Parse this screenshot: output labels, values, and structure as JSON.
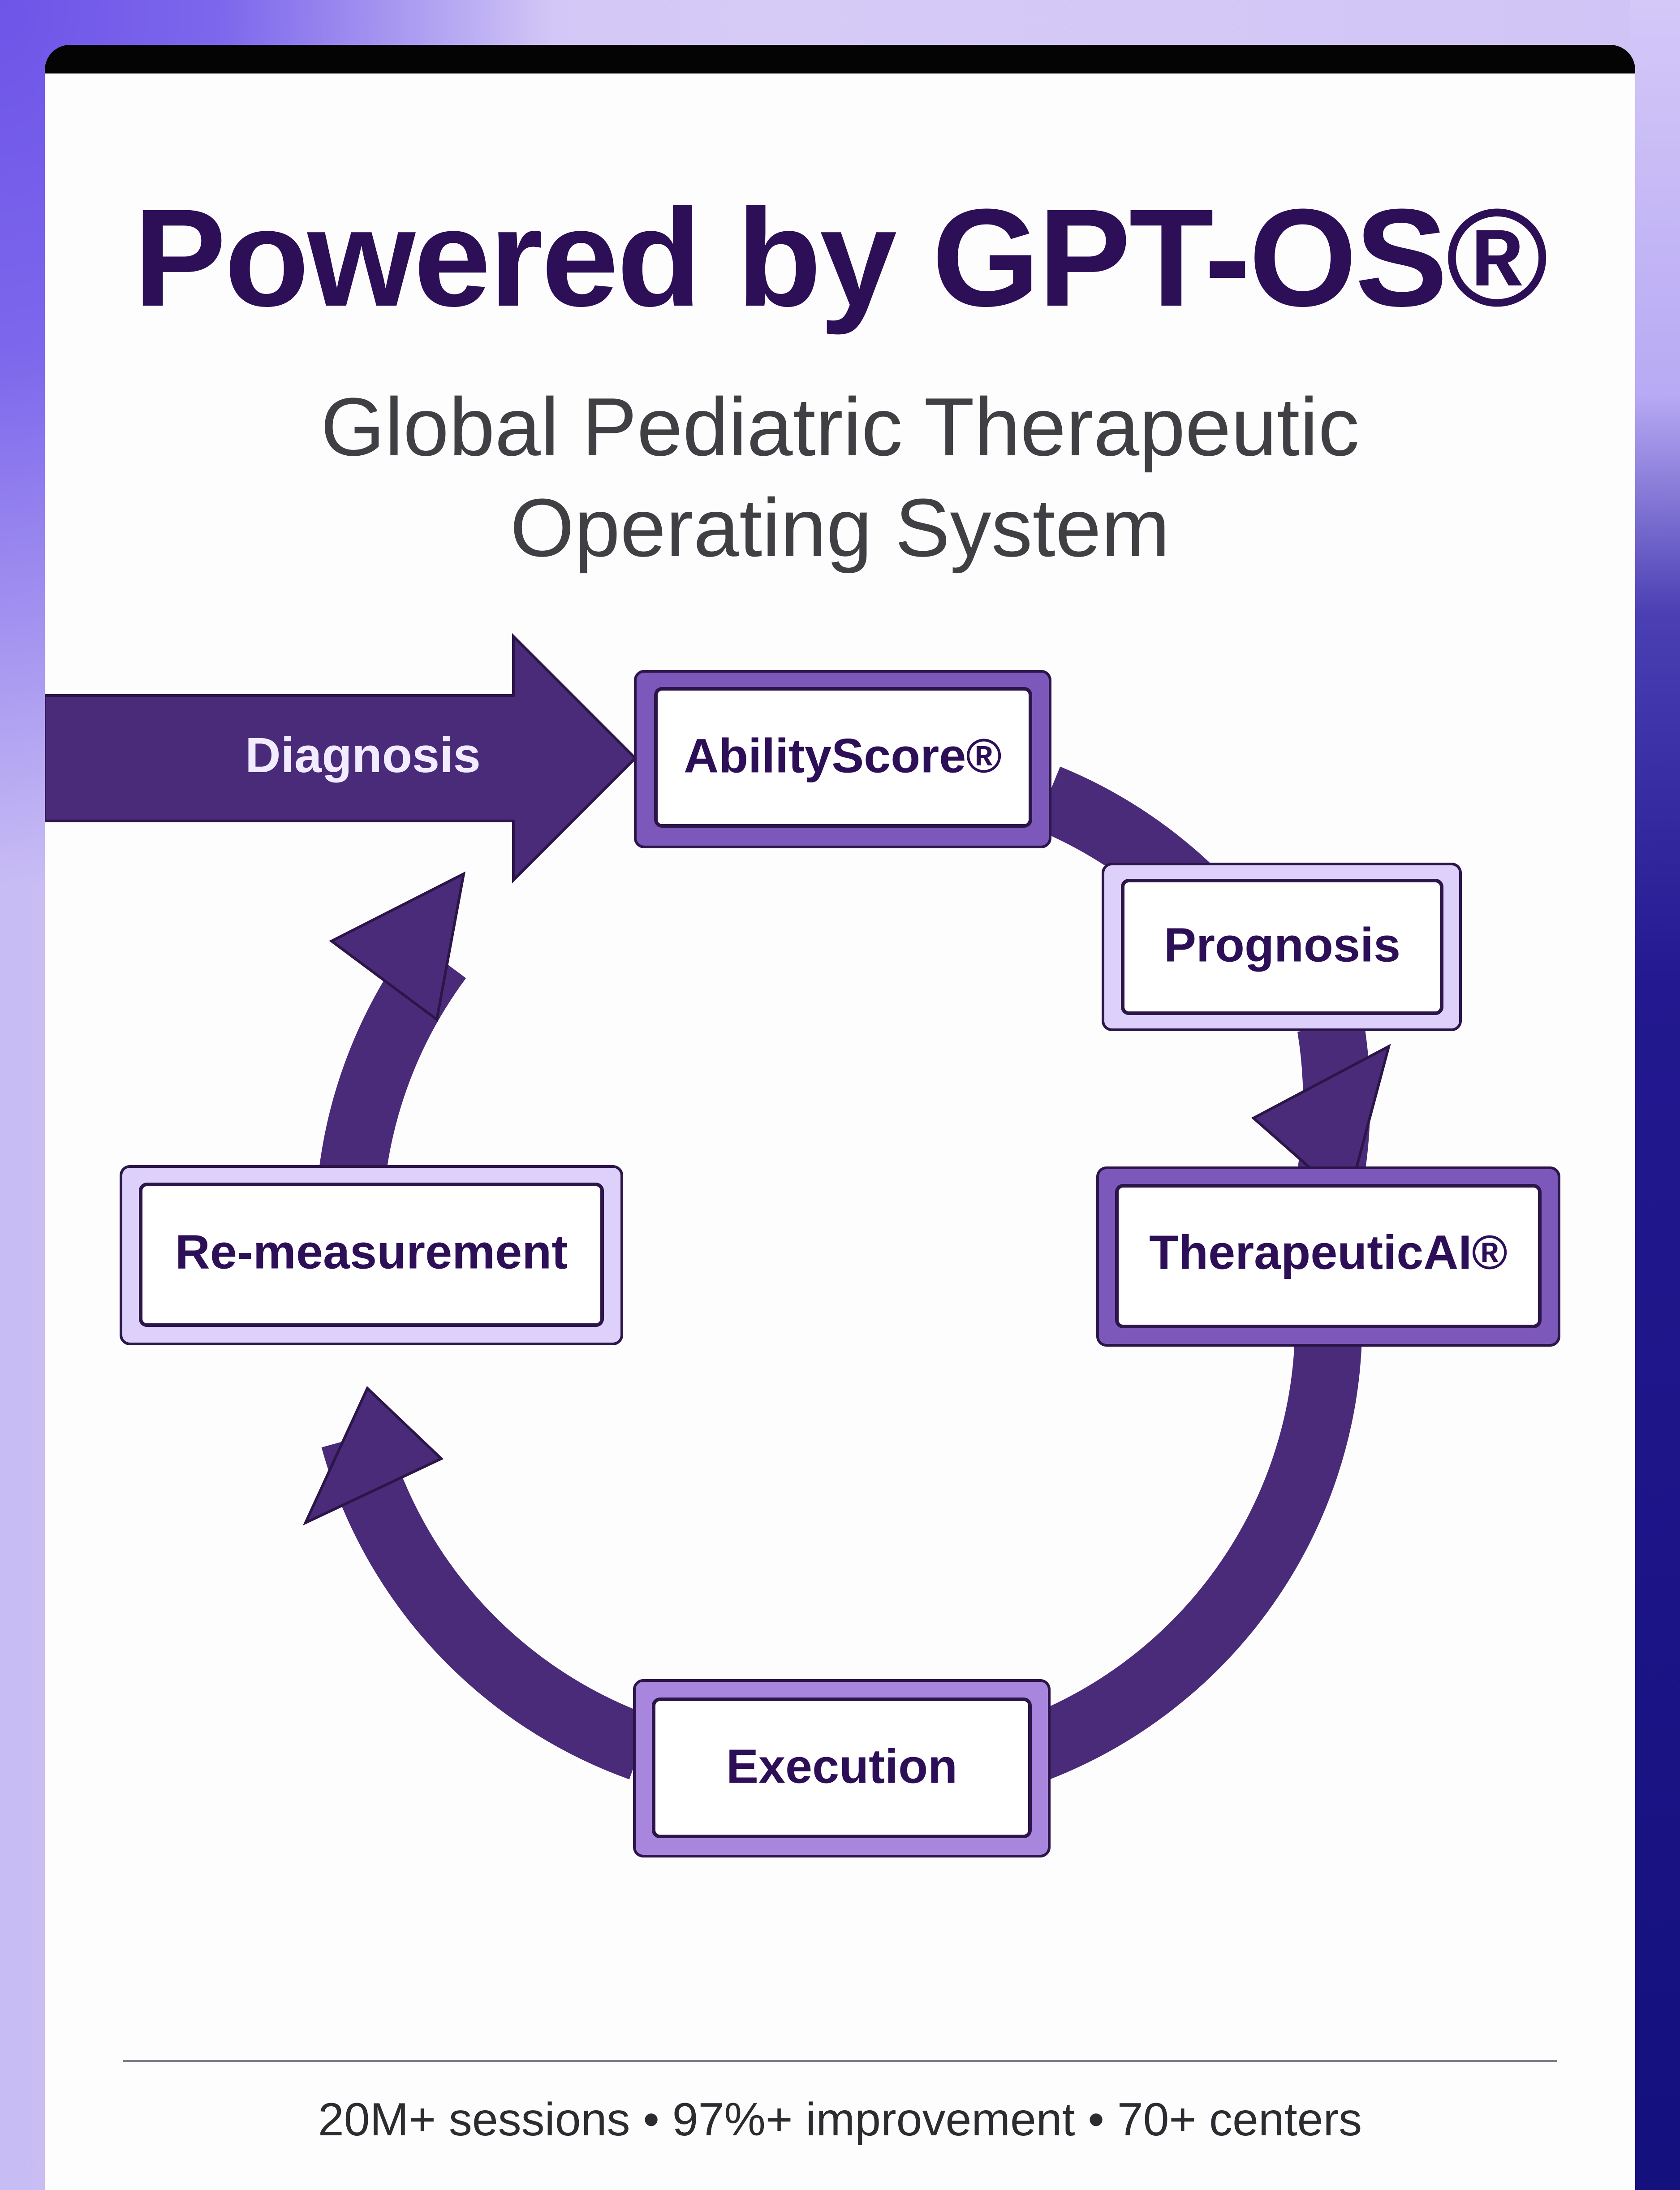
{
  "header": {
    "title": "Powered by GPT-OS®",
    "subtitle_line_1": "Global Pediatric Therapeutic",
    "subtitle_line_2": "Operating System"
  },
  "cycle": {
    "entry": "Diagnosis",
    "steps": [
      "AbilityScore®",
      "Prognosis",
      "TherapeuticAI®",
      "Execution",
      "Re-measurement"
    ]
  },
  "footer": {
    "stats": "20M+ sessions • 97%+ improvement • 70+ centers"
  },
  "colors": {
    "title": "#2c0f57",
    "ring": "#4a2b79",
    "card": "#fdfdfe",
    "page_glow": "#6e54e8"
  }
}
